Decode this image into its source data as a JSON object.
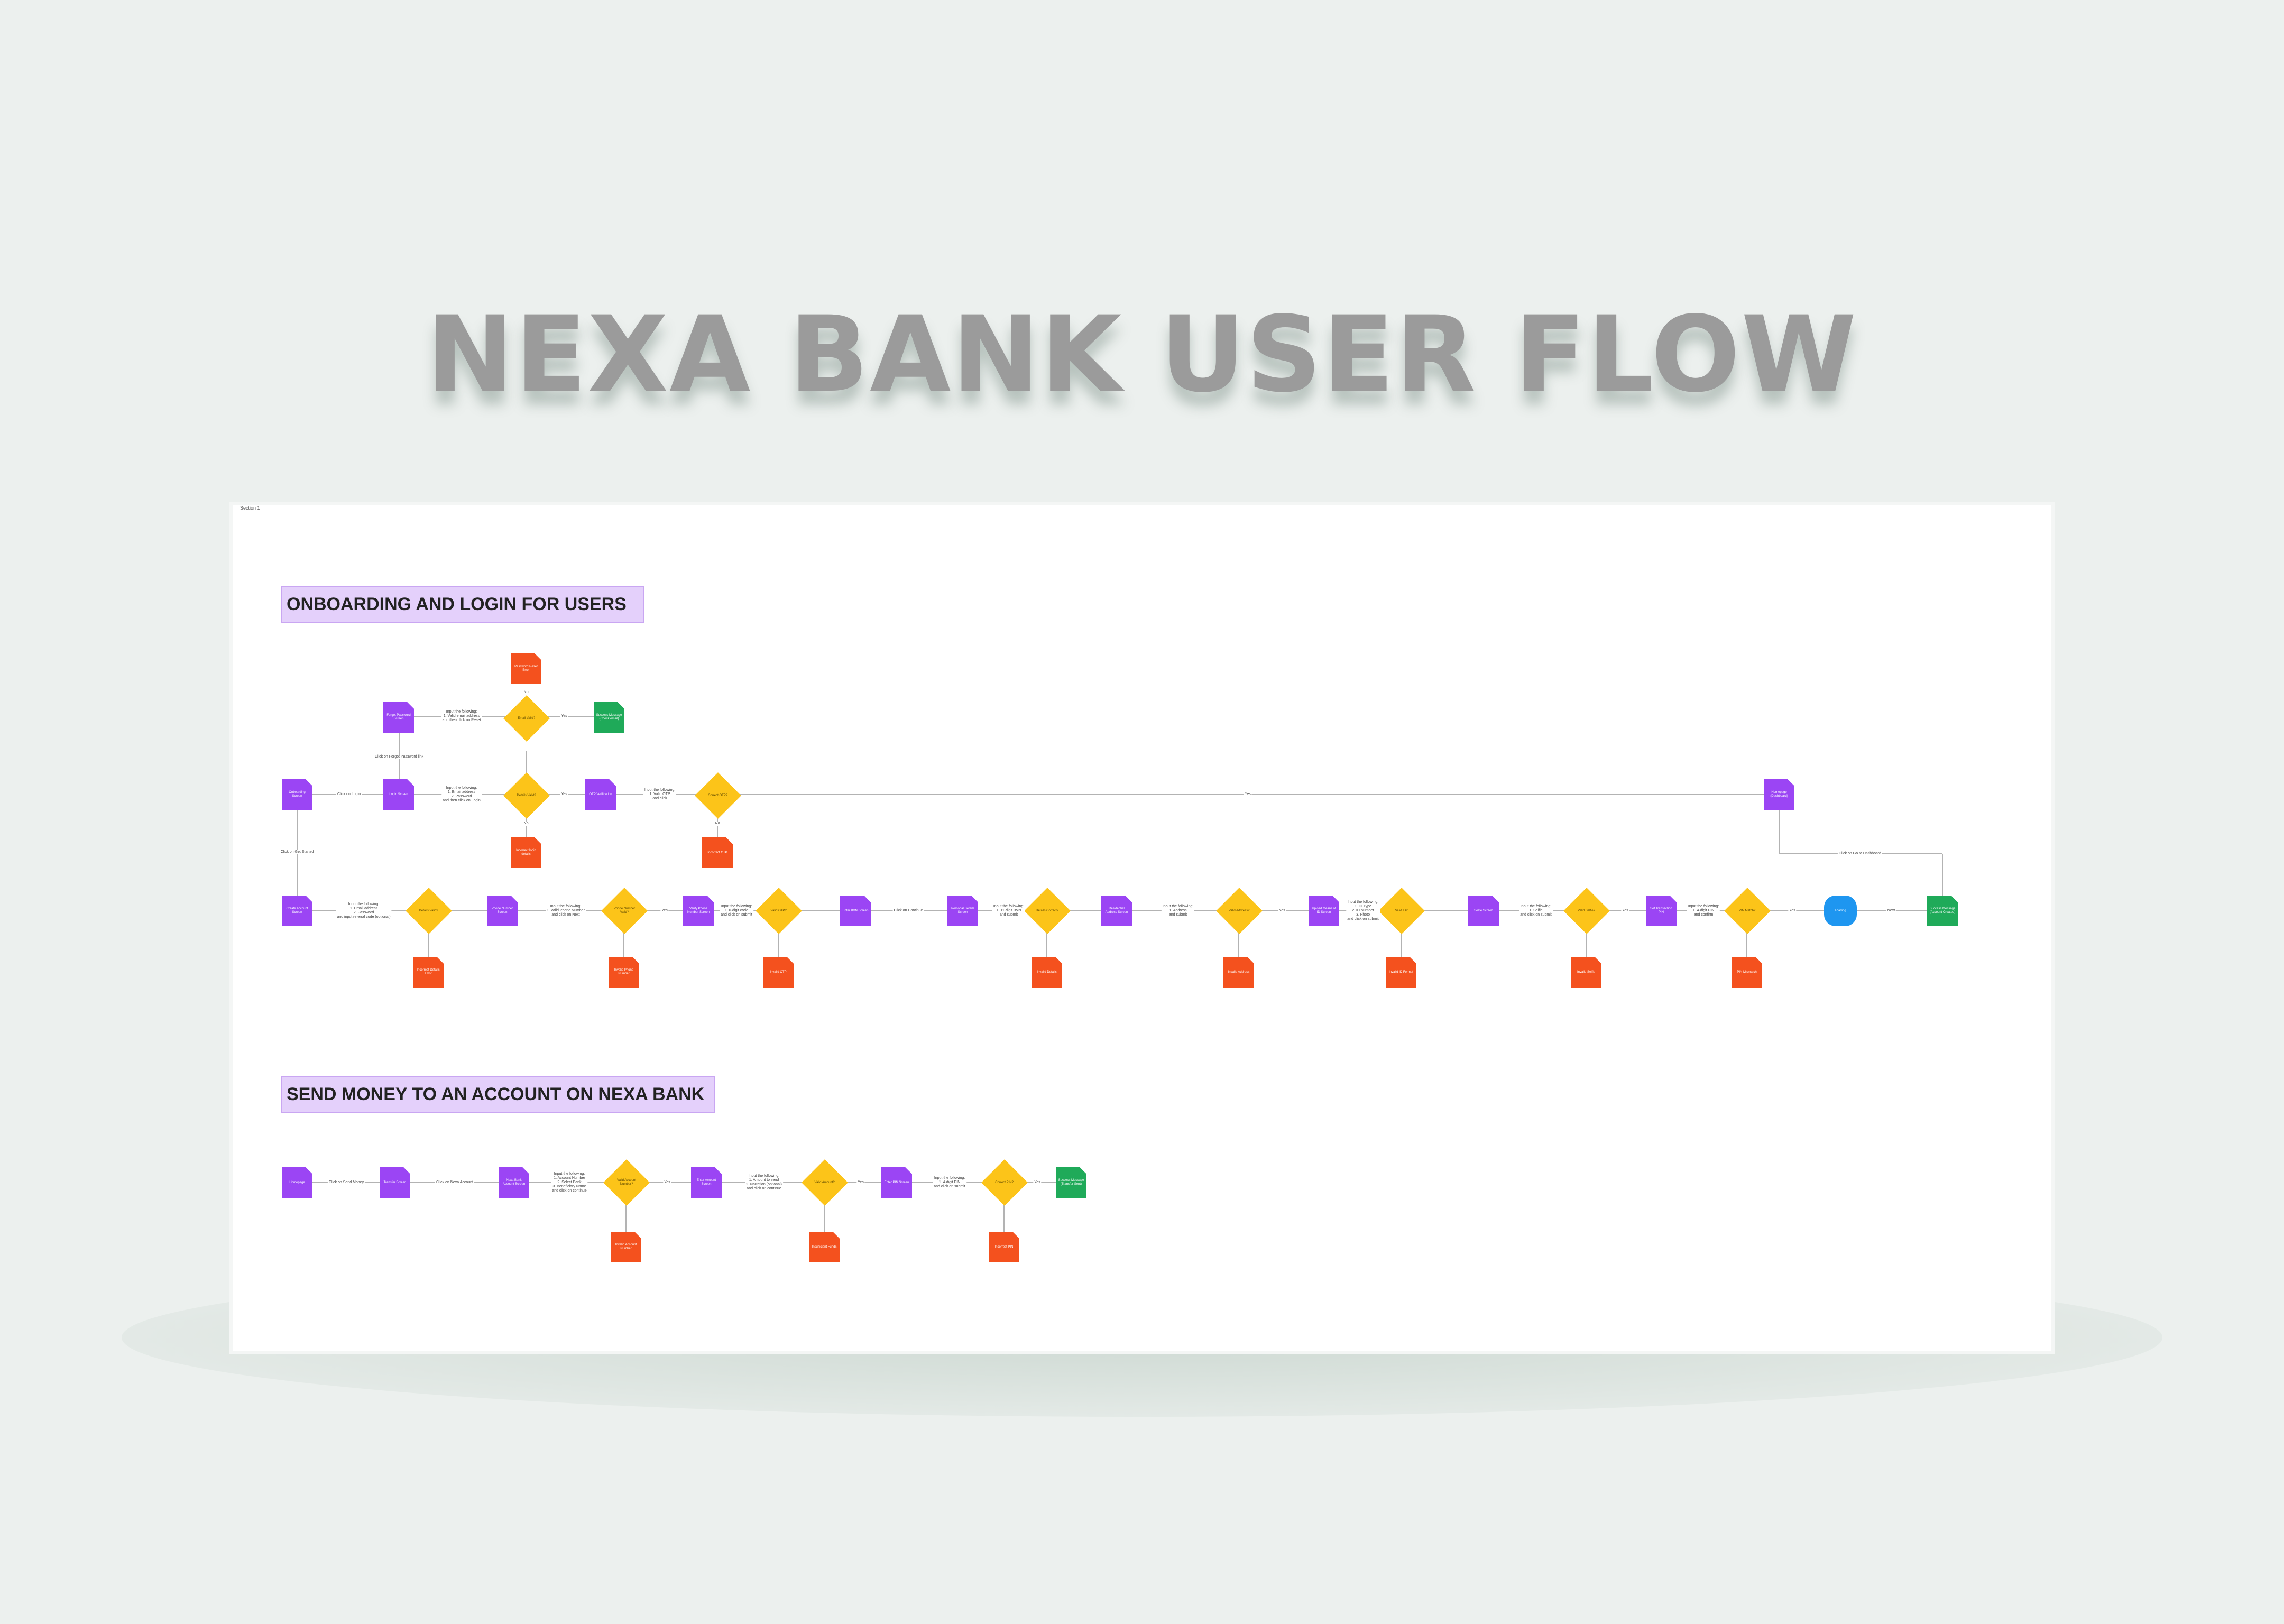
{
  "title": "NEXA BANK USER FLOW",
  "board_label": "Section 1",
  "sections": {
    "onboarding": "ONBOARDING AND LOGIN FOR USERS",
    "send_money": "SEND MONEY TO AN ACCOUNT ON NEXA BANK"
  },
  "colors": {
    "screen": "#9b45f4",
    "error": "#f4511e",
    "success": "#1faa59",
    "decision": "#fcc419",
    "terminal": "#1e96f0",
    "section_bg": "#e4d0fb",
    "title": "#9b9b9b"
  },
  "nodes": {
    "onboarding_screen": "Onboarding Screen",
    "login_screen": "Login Screen",
    "forgot_password_screen": "Forgot Password Screen",
    "email_valid": "Email Valid?",
    "password_reset_error": "Password Reset Error",
    "reset_success": "Success Message (Check email)",
    "login_valid": "Details Valid?",
    "login_error": "Incorrect login details",
    "otp_screen": "OTP Verification",
    "otp_valid": "Correct OTP?",
    "otp_error": "Incorrect OTP",
    "homepage_login": "Homepage (Dashboard)",
    "create_account": "Create Account Screen",
    "details_valid": "Details Valid?",
    "signup_error": "Incorrect Details Error",
    "phone_screen": "Phone Number Screen",
    "phone_valid": "Phone Number Valid?",
    "phone_error": "Invalid Phone Number",
    "verify_phone": "Verify Phone Number Screen",
    "otp_valid_2": "Valid OTP?",
    "otp_error_2": "Invalid OTP",
    "bvn_screen": "Enter BVN Screen",
    "personal_details": "Personal Details Screen",
    "details_correct": "Details Correct?",
    "details_error": "Invalid Details",
    "address_screen": "Residential Address Screen",
    "address_valid": "Valid Address?",
    "address_error": "Invalid Address",
    "id_screen": "Upload Means of ID Screen",
    "id_valid": "Valid ID?",
    "id_error": "Invalid ID Format",
    "selfie_screen": "Selfie Screen",
    "selfie_valid": "Valid Selfie?",
    "selfie_error": "Invalid Selfie",
    "pin_screen": "Set Transaction PIN",
    "pin_match": "PIN Match?",
    "pin_error": "PIN Mismatch",
    "loading": "Loading",
    "onboarding_success": "Success Message (Account Created)",
    "sm_homepage": "Homepage",
    "sm_transfer": "Transfer Screen",
    "sm_account": "Nexa Bank Account Screen",
    "sm_account_valid": "Valid Account Number?",
    "sm_account_error": "Invalid Account Number",
    "sm_amount": "Enter Amount Screen",
    "sm_amount_valid": "Valid Amount?",
    "sm_amount_error": "Insufficient Funds",
    "sm_pin": "Enter PIN Screen",
    "sm_pin_valid": "Correct PIN?",
    "sm_pin_error": "Incorrect PIN",
    "sm_success": "Success Message (Transfer Sent)"
  },
  "labels": {
    "click_login": "Click on Login",
    "input_email": "Input the following:\n1. Valid email address\nand then click on Reset",
    "click_forgot": "Click on Forgot Password link",
    "input_login": "Input the following:\n1. Email address\n2. Password\nand then click on Login",
    "input_otp": "Input the following:\n1. Valid OTP\nand click",
    "click_create": "Click on Get Started",
    "input_signup": "Input the following:\n1. Email address\n2. Password\nand input referral code (optional)",
    "input_phone": "Input the following:\n1. Valid Phone Number\nand click on Next",
    "input_otp_2": "Input the following:\n1. 6-digit code\nand click on submit",
    "click_next": "Click on Continue",
    "input_details": "Input the following:\n1. 11-digit BVN\nand submit",
    "input_address": "Input the following:\n1. Address\nand submit",
    "input_id": "Input the following:\n1. ID Type\n2. ID Number\n3. Photo\nand click on submit",
    "input_selfie": "Input the following:\n1. Selfie\nand click on submit",
    "input_pin": "Input the following:\n1. 4-digit PIN\nand confirm",
    "click_go_to_dashboard": "Click on Go to Dashboard",
    "click_transfer": "Click on Send Money",
    "click_nexa": "Click on Nexa Account",
    "input_account": "Input the following:\n1. Account Number\n2. Select Bank\n3. Beneficiary Name\nand click on continue",
    "input_amount": "Input the following:\n1. Amount to send\n2. Narration (optional)\nand click on continue",
    "input_sm_pin": "Input the following:\n1. 4-digit PIN\nand click on submit",
    "yes": "Yes",
    "no": "No",
    "slide_next": "Next"
  }
}
